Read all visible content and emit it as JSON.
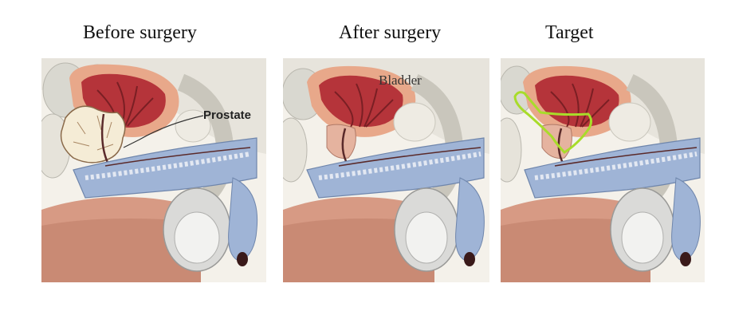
{
  "panels": {
    "before": {
      "title": "Before surgery"
    },
    "after": {
      "title": "After surgery"
    },
    "target": {
      "title": "Target"
    }
  },
  "labels": {
    "prostate": "Prostate",
    "bladder": "Bladder"
  },
  "colors": {
    "tissue_pink": "#f2c9b4",
    "bladder_red": "#b5343a",
    "prostate_cream": "#f5ecd6",
    "urethra_blue": "#9fb4d6",
    "skin": "#d79a84",
    "outline_green": "#a8dc2a"
  }
}
